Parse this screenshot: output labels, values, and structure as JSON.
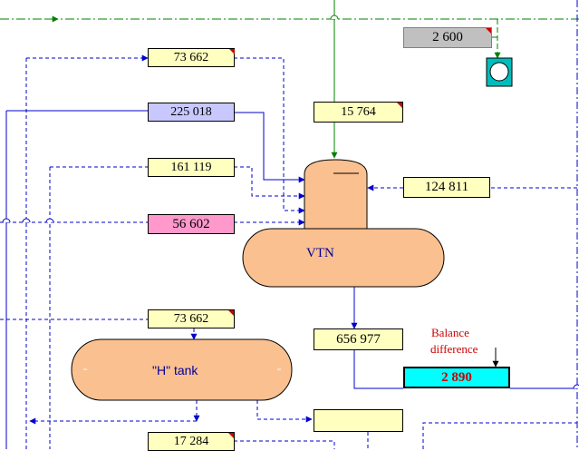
{
  "values": {
    "top_left_feed": "73 662",
    "blue_input": "225 018",
    "input_161": "161 119",
    "pink_input": "56 602",
    "green_feed": "15 764",
    "right_return": "124 811",
    "gray_top": "2 600",
    "vtn_output": "656 977",
    "h_tank_feed": "73 662",
    "bottom_output": "17 284",
    "empty_output": "",
    "balance_difference": "2 890"
  },
  "labels": {
    "vtn_tank": "VTN",
    "h_tank": "\"H\" tank",
    "balance_line1": "Balance",
    "balance_line2": "difference"
  },
  "colors": {
    "flow_line": "#0000cc",
    "green_line": "#008000",
    "tank_fill": "#fac090",
    "value_box": "#ffffc0",
    "balance_box": "#00ffff",
    "flag": "#cc0000"
  }
}
